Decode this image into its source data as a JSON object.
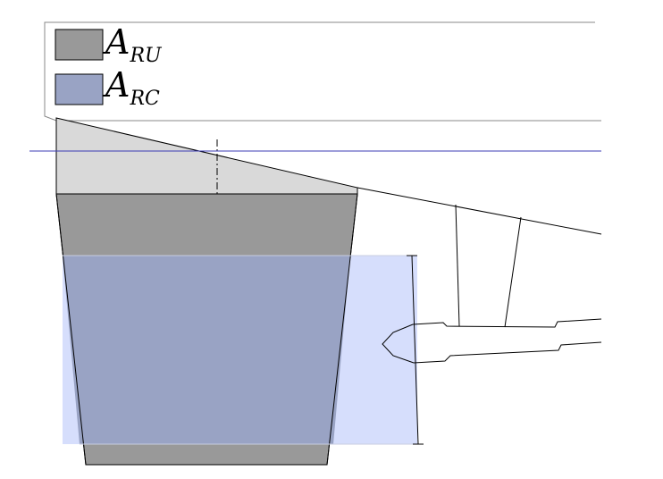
{
  "legend": {
    "items": [
      {
        "key": "ru",
        "base": "A",
        "sub": "RU",
        "color": "#999999"
      },
      {
        "key": "rc",
        "base": "A",
        "sub": "RC",
        "color": "#99a3c4"
      }
    ]
  },
  "colors": {
    "light_grey": "#d9d9d9",
    "dark_grey": "#999999",
    "blue_overlap": "#99a3c4",
    "light_blue": "#d6defc",
    "reference_line": "#3b3bb4",
    "outline": "#000000"
  }
}
